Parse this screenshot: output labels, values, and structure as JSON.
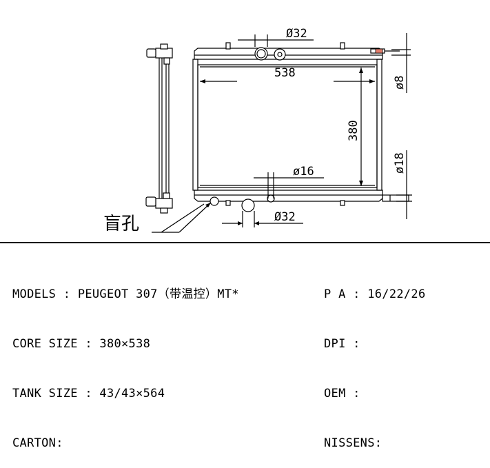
{
  "drawing": {
    "dim_pipe_top": "Ø32",
    "dim_width": "538",
    "dim_height": "380",
    "dim_pipe_mid": "ø16",
    "dim_pipe_bottom": "Ø32",
    "dim_right_top": "ø8",
    "dim_right_bottom": "ø18",
    "callout_label": "盲孔"
  },
  "specs": {
    "models": "MODELS : PEUGEOT 307（带温控）MT*",
    "core_size": "CORE SIZE : 380×538",
    "tank_size": "TANK SIZE : 43/43×564",
    "carton": "CARTON:",
    "pa": "P A : 16/22/26",
    "dpi": "DPI :",
    "oem": "OEM :",
    "nissens": "NISSENS:"
  }
}
